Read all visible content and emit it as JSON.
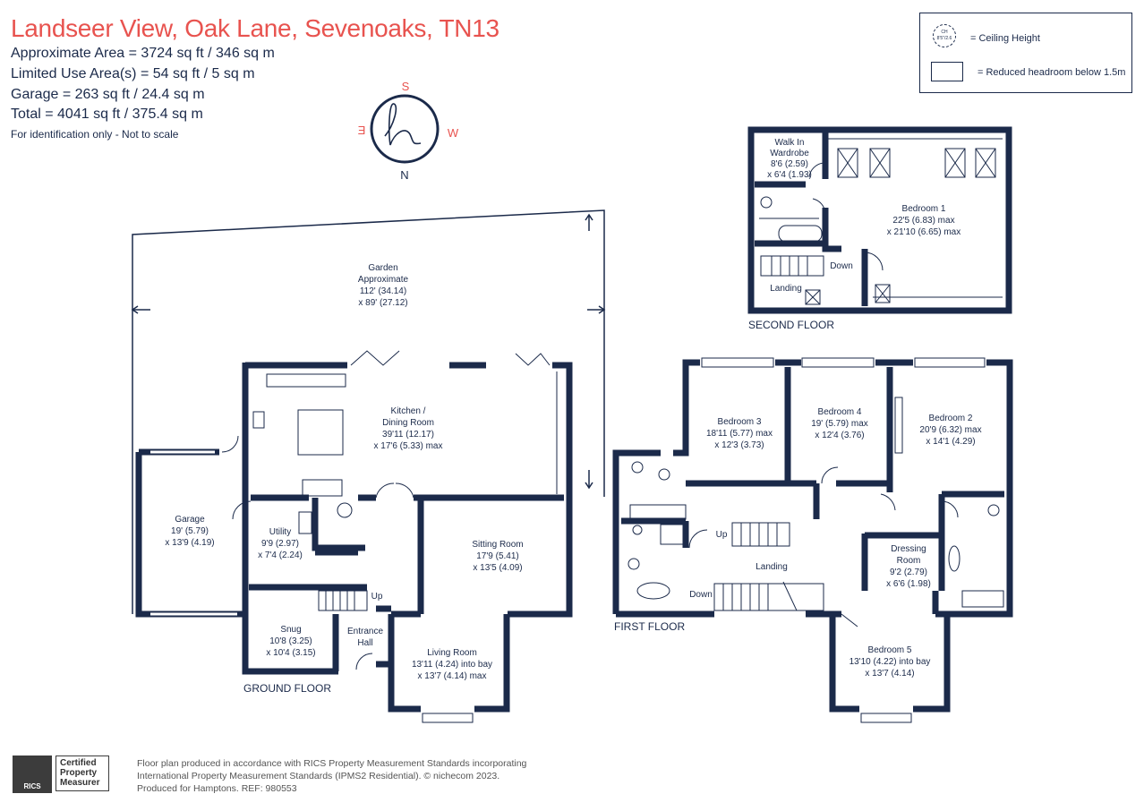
{
  "header": {
    "title": "Landseer View, Oak Lane, Sevenoaks, TN13",
    "approx_area": "Approximate Area = 3724  sq ft / 346  sq m",
    "limited_use": "Limited Use Area(s) = 54  sq ft / 5  sq m",
    "garage": "Garage = 263 sq ft / 24.4  sq m",
    "total": "Total = 4041 sq ft / 375.4 sq m",
    "note": "For identification only - Not to scale"
  },
  "compass": {
    "s": "S",
    "n": "N",
    "e": "E",
    "w": "W"
  },
  "legend": {
    "ch_symbol": "CH\n8'5\"/2.6",
    "ceiling_height": "= Ceiling Height",
    "reduced_headroom": "= Reduced headroom below 1.5m"
  },
  "floors": {
    "ground": "GROUND FLOOR",
    "first": "FIRST FLOOR",
    "second": "SECOND FLOOR"
  },
  "rooms": {
    "garden": [
      "Garden",
      "Approximate",
      "112' (34.14)",
      "x 89' (27.12)"
    ],
    "kitchen": [
      "Kitchen /",
      "Dining Room",
      "39'11 (12.17)",
      "x 17'6 (5.33) max"
    ],
    "garage": [
      "Garage",
      "19' (5.79)",
      "x 13'9 (4.19)"
    ],
    "utility": [
      "Utility",
      "9'9 (2.97)",
      "x 7'4 (2.24)"
    ],
    "sitting": [
      "Sitting Room",
      "17'9 (5.41)",
      "x 13'5 (4.09)"
    ],
    "snug": [
      "Snug",
      "10'8 (3.25)",
      "x 10'4 (3.15)"
    ],
    "entrance": [
      "Entrance",
      "Hall"
    ],
    "living": [
      "Living Room",
      "13'11 (4.24) into bay",
      "x 13'7 (4.14) max"
    ],
    "up_ground": "Up",
    "bedroom3": [
      "Bedroom 3",
      "18'11 (5.77) max",
      "x 12'3 (3.73)"
    ],
    "bedroom4": [
      "Bedroom 4",
      "19' (5.79) max",
      "x 12'4 (3.76)"
    ],
    "bedroom2": [
      "Bedroom 2",
      "20'9 (6.32) max",
      "x 14'1 (4.29)"
    ],
    "dressing": [
      "Dressing",
      "Room",
      "9'2 (2.79)",
      "x 6'6 (1.98)"
    ],
    "landing1": "Landing",
    "up_first": "Up",
    "down_first": "Down",
    "bedroom5": [
      "Bedroom 5",
      "13'10 (4.22) into bay",
      "x 13'7 (4.14)"
    ],
    "walkin": [
      "Walk In",
      "Wardrobe",
      "8'6 (2.59)",
      "x 6'4 (1.93)"
    ],
    "bedroom1": [
      "Bedroom 1",
      "22'5 (6.83) max",
      "x 21'10 (6.65) max"
    ],
    "down_second": "Down",
    "landing2": "Landing"
  },
  "footer": {
    "line1": "Floor plan produced in accordance with RICS Property Measurement Standards incorporating",
    "line2": "International Property Measurement Standards (IPMS2 Residential).  © nichecom 2023.",
    "line3": "Produced for Hamptons.   REF:  980553",
    "rics_badge": "RICS",
    "cert": [
      "Certified",
      "Property",
      "Measurer"
    ]
  },
  "colors": {
    "wall": "#1b2a4a",
    "title": "#e8534f",
    "compass_letters": "#e8534f"
  }
}
